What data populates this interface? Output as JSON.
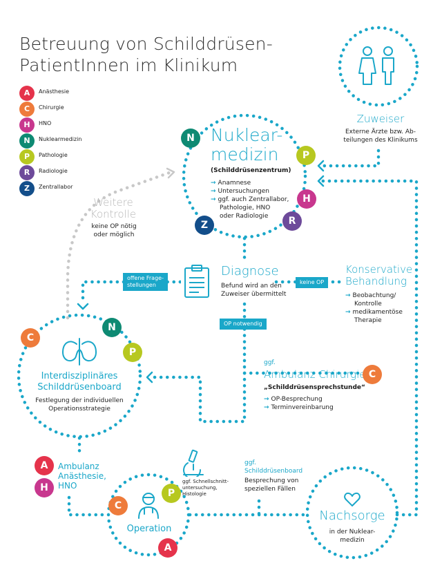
{
  "title": [
    "Betreuung von Schilddrüsen-",
    "PatientInnen im Klinikum"
  ],
  "colors": {
    "teal": "#1aa7c9",
    "anaesthesie": "#e5334b",
    "chirurgie": "#ee7b3b",
    "hno": "#c8378e",
    "nuklearmedizin": "#0e8a73",
    "pathologie": "#b7c820",
    "radiologie": "#6d4a9a",
    "zentrallabor": "#134e8a"
  },
  "legend": [
    {
      "letter": "A",
      "label": "Anästhesie"
    },
    {
      "letter": "C",
      "label": "Chirurgie"
    },
    {
      "letter": "H",
      "label": "HNO"
    },
    {
      "letter": "N",
      "label": "Nuklearmedizin"
    },
    {
      "letter": "P",
      "label": "Pathologie"
    },
    {
      "letter": "R",
      "label": "Radiologie"
    },
    {
      "letter": "Z",
      "label": "Zentrallabor"
    }
  ],
  "zuweiser": {
    "icon": "patients-icon",
    "title": "Zuweiser",
    "text": [
      "Externe Ärzte bzw. Ab-",
      "teilungen des Klinikums"
    ]
  },
  "nuklear": {
    "title": [
      "Nuklear-",
      "medizin"
    ],
    "subtitle": "(Schilddrüsenzentrum)",
    "items": [
      "Anamnese",
      "Untersuchungen",
      "ggf. auch Zentrallabor,",
      "Pathologie, HNO",
      "oder Radiologie"
    ]
  },
  "kontrolle": {
    "title": [
      "Weitere",
      "Kontrolle"
    ],
    "text": [
      "keine OP nötig",
      "oder möglich"
    ]
  },
  "diagnose": {
    "icon": "clipboard-icon",
    "title": "Diagnose",
    "text": [
      "Befund wird an den",
      "Zuweiser übermittelt"
    ]
  },
  "pills": {
    "offene": [
      "offene Frage-",
      "stellungen"
    ],
    "keine_op": "keine OP",
    "op_notwendig": "OP notwendig"
  },
  "konservativ": {
    "title": [
      "Konservative",
      "Behandlung"
    ],
    "items": [
      "Beobachtung/",
      "Kontrolle",
      "medikamentöse",
      "Therapie"
    ]
  },
  "board": {
    "icon": "thyroid-icon",
    "title": [
      "Interdisziplinäres",
      "Schilddrüsenboard"
    ],
    "text": [
      "Festlegung der individuellen",
      "Operationsstrategie"
    ]
  },
  "ambulanz_chirurgie": {
    "pre": "ggf.",
    "title": "Ambulanz Chirurgie",
    "subtitle": "„Schilddrüsensprechstunde“",
    "items": [
      "OP-Besprechung",
      "Terminvereinbarung"
    ]
  },
  "ambulanz_anaesthesie": {
    "title": [
      "Ambulanz",
      "Anästhesie,",
      "HNO"
    ]
  },
  "histologie": {
    "icon": "microscope-icon",
    "text": [
      "ggf. Schnellschnitt-",
      "untersuchung,",
      "Histologie"
    ]
  },
  "schilddruesenboard2": {
    "title": [
      "ggf.",
      "Schilddrüsenboard"
    ],
    "text": [
      "Besprechung von",
      "speziellen Fällen"
    ]
  },
  "operation": {
    "icon": "surgeon-icon",
    "title": "Operation"
  },
  "nachsorge": {
    "icon": "heart-icon",
    "title": "Nachsorge",
    "text": [
      "in der Nuklear-",
      "medizin"
    ]
  }
}
